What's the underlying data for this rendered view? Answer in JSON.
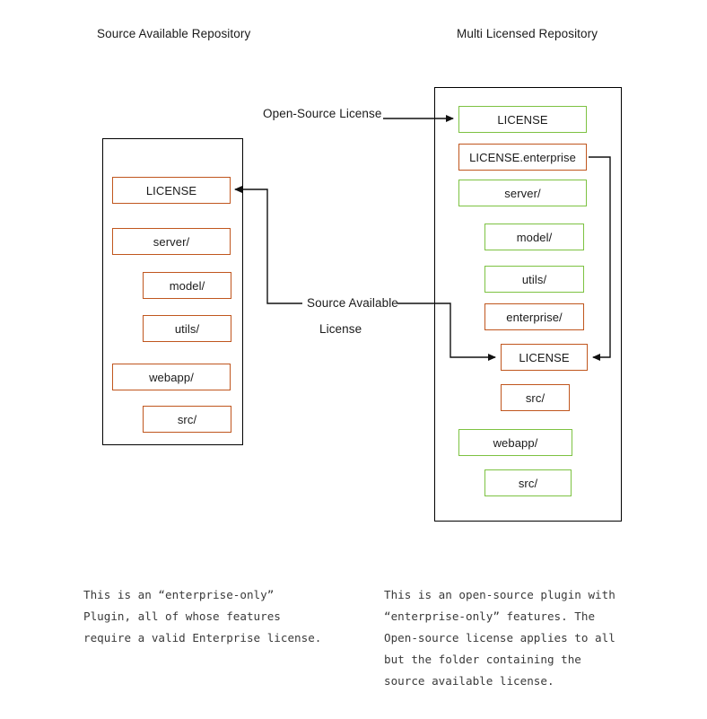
{
  "titles": {
    "left": "Source Available Repository",
    "right": "Multi Licensed Repository"
  },
  "colors": {
    "orange": "#c0561e",
    "green": "#7dc242",
    "outline": "#000000",
    "text": "#1a1a1a",
    "caption_text": "#3a3a3a",
    "background": "#ffffff"
  },
  "left_repo": {
    "nodes": [
      {
        "label": "LICENSE",
        "color": "orange",
        "indent": 0
      },
      {
        "label": "server/",
        "color": "orange",
        "indent": 0
      },
      {
        "label": "model/",
        "color": "orange",
        "indent": 1
      },
      {
        "label": "utils/",
        "color": "orange",
        "indent": 1
      },
      {
        "label": "webapp/",
        "color": "orange",
        "indent": 0
      },
      {
        "label": "src/",
        "color": "orange",
        "indent": 1
      }
    ]
  },
  "right_repo": {
    "nodes": [
      {
        "label": "LICENSE",
        "color": "green",
        "indent": 0
      },
      {
        "label": "LICENSE.enterprise",
        "color": "orange",
        "indent": 0
      },
      {
        "label": "server/",
        "color": "green",
        "indent": 0
      },
      {
        "label": "model/",
        "color": "green",
        "indent": 1
      },
      {
        "label": "utils/",
        "color": "green",
        "indent": 1
      },
      {
        "label": "enterprise/",
        "color": "orange",
        "indent": 1
      },
      {
        "label": "LICENSE",
        "color": "orange",
        "indent": 2
      },
      {
        "label": "src/",
        "color": "orange",
        "indent": 2
      },
      {
        "label": "webapp/",
        "color": "green",
        "indent": 0
      },
      {
        "label": "src/",
        "color": "green",
        "indent": 1
      }
    ]
  },
  "edge_labels": {
    "open_source": "Open-Source License",
    "source_available_line1": "Source Available",
    "source_available_line2": "License"
  },
  "captions": {
    "left": "This is an “enterprise-only”\nPlugin, all of whose features\nrequire a valid Enterprise license.",
    "right": "This is an open-source plugin with\n“enterprise-only” features. The\nOpen-source license applies to all\nbut the folder containing the\nsource available license."
  }
}
